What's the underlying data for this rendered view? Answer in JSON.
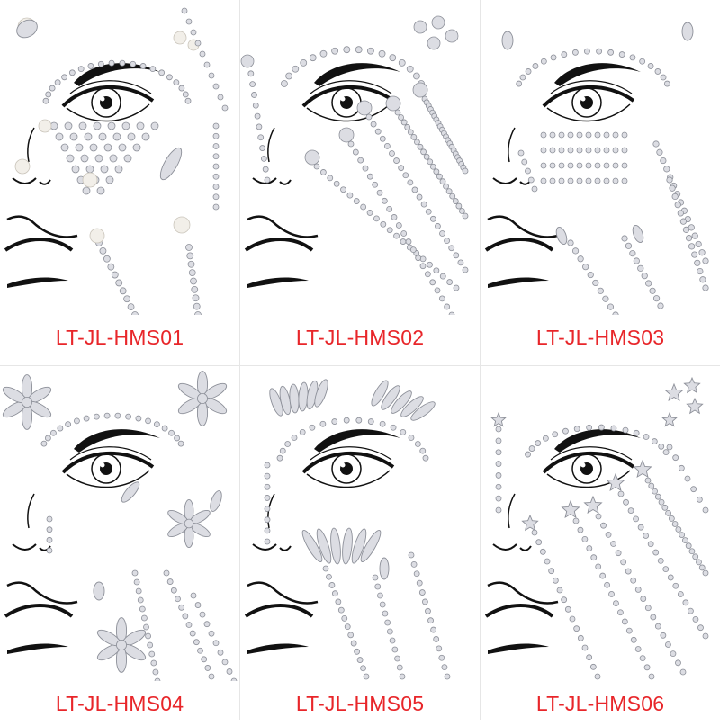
{
  "panels": [
    {
      "code": "LT-JL-HMS01"
    },
    {
      "code": "LT-JL-HMS02"
    },
    {
      "code": "LT-JL-HMS03"
    },
    {
      "code": "LT-JL-HMS04"
    },
    {
      "code": "LT-JL-HMS05"
    },
    {
      "code": "LT-JL-HMS06"
    }
  ],
  "colors": {
    "caption": "#e8262a",
    "line_art": "#111111",
    "gem_fill": "#dcdde3",
    "gem_shade": "#8d9099",
    "pearl": "#f2efe9",
    "divider": "#e6e6e6"
  },
  "icons": [
    "face-line-art",
    "rhinestone-gem",
    "pearl",
    "star-gem",
    "teardrop-gem",
    "marquise-gem"
  ]
}
